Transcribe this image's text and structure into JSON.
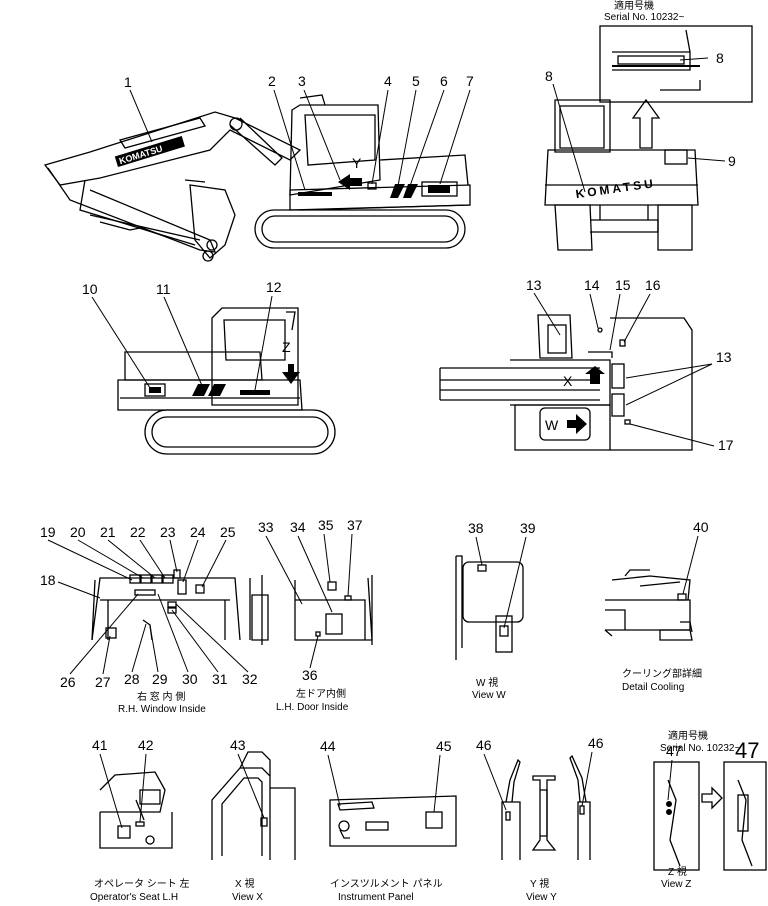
{
  "header": {
    "serial_jp": "適用号機",
    "serial_text": "Serial No. 10232~"
  },
  "labels": {
    "brand_boom": "KOMATSU",
    "brand_rear": "KOMATSU",
    "view_y_marker": "Y",
    "view_z_marker": "Z",
    "view_x_marker": "X",
    "view_w_marker": "W"
  },
  "callouts": [
    "1",
    "2",
    "3",
    "4",
    "5",
    "6",
    "7",
    "8",
    "8",
    "9",
    "10",
    "11",
    "12",
    "13",
    "14",
    "15",
    "16",
    "13",
    "17",
    "18",
    "19",
    "20",
    "21",
    "22",
    "23",
    "24",
    "25",
    "26",
    "27",
    "28",
    "29",
    "30",
    "31",
    "32",
    "33",
    "34",
    "35",
    "36",
    "37",
    "38",
    "39",
    "40",
    "41",
    "42",
    "43",
    "44",
    "45",
    "46",
    "46",
    "47",
    "47"
  ],
  "captions": {
    "rh_window_jp": "右 窓 内 側",
    "rh_window": "R.H. Window Inside",
    "lh_door_jp": "左ドア内側",
    "lh_door": "L.H. Door Inside",
    "view_w_jp": "W 視",
    "view_w": "View W",
    "cooling_jp": "クーリング部詳細",
    "cooling": "Detail Cooling",
    "serial2_jp": "適用号機",
    "serial2": "Serial No. 10232~",
    "seat_jp": "オペレータ シート 左",
    "seat": "Operator's Seat L.H",
    "view_x_jp": "X 視",
    "view_x": "View X",
    "panel_jp": "インスツルメント パネル",
    "panel": "Instrument Panel",
    "view_y_jp": "Y 視",
    "view_y": "View Y",
    "view_z_jp": "Z 視",
    "view_z": "View Z"
  },
  "colors": {
    "ink": "#000000",
    "paper": "#ffffff"
  }
}
